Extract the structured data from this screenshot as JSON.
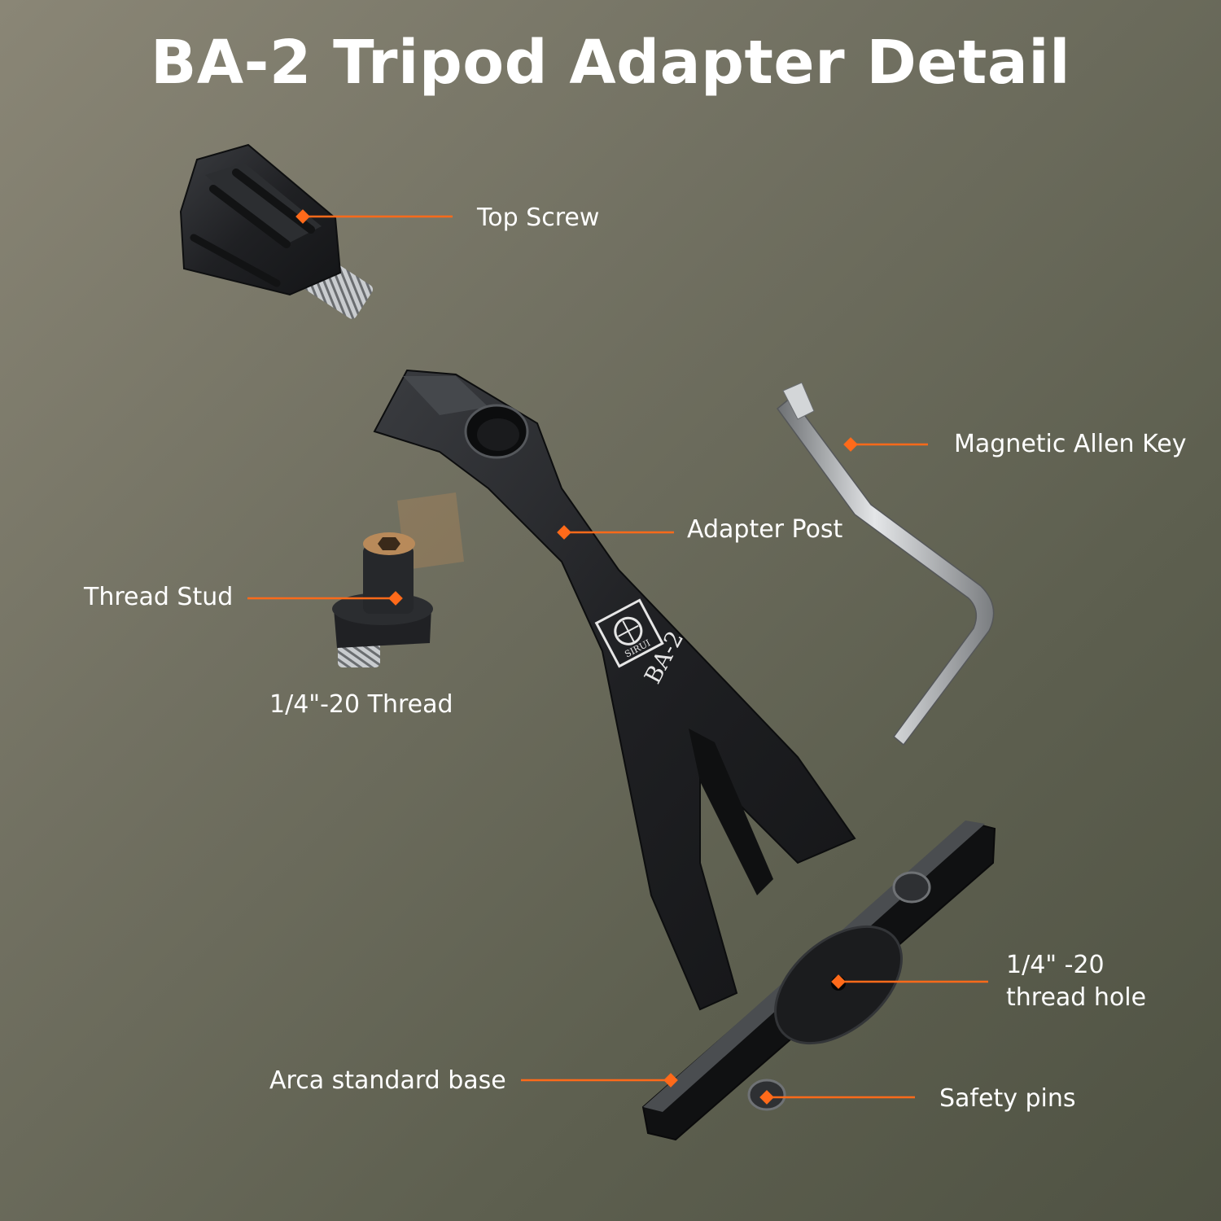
{
  "title": "BA-2 Tripod Adapter Detail",
  "colors": {
    "accent": "#ff6a1a",
    "metal_dark": "#1c1d1f",
    "metal_mid": "#2c2e31",
    "steel": "#b9bcbf",
    "brass": "#b88a5a"
  },
  "callouts": {
    "top_screw": "Top Screw",
    "magnetic_allen_key": "Magnetic Allen Key",
    "adapter_post": "Adapter Post",
    "thread_stud": "Thread Stud",
    "thread_quarter": "1/4\"-20 Thread",
    "thread_hole_line1": "1/4\" -20",
    "thread_hole_line2": "thread hole",
    "arca_base": "Arca standard base",
    "safety_pins": "Safety pins"
  },
  "branding": {
    "logo_text": "SIRUI",
    "model_mark": "BA-2"
  }
}
